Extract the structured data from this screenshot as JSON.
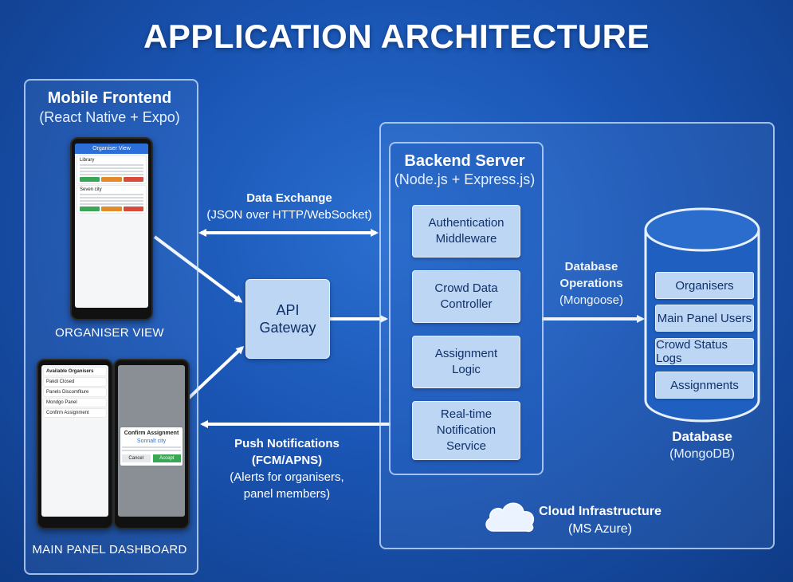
{
  "title": "APPLICATION ARCHITECTURE",
  "frontend": {
    "title": "Mobile Frontend",
    "subtitle": "(React Native + Expo)",
    "organiser_caption": "ORGANISER VIEW",
    "dashboard_caption": "MAIN PANEL DASHBOARD",
    "organiser_screen": {
      "header": "Organiser View",
      "card1_title": "Library",
      "card2_title": "Seven city"
    },
    "dashboard_screen": {
      "header": "Available Organisers",
      "items": [
        "Pakdi Closed",
        "Panels Discomfiture",
        "Mondgo Panel",
        "Confirm Assignment"
      ],
      "dialog_title": "Confirm Assignment",
      "dialog_target": "Sonnalt city",
      "dialog_cancel": "Cancel",
      "dialog_accept": "Accept"
    }
  },
  "gateway": {
    "label": "API Gateway"
  },
  "edges": {
    "data_exchange_title": "Data Exchange",
    "data_exchange_sub": "(JSON over HTTP/WebSocket)",
    "push_title1": "Push Notifications",
    "push_title2": "(FCM/APNS)",
    "push_sub1": "(Alerts for organisers,",
    "push_sub2": "panel members)",
    "db_ops_title1": "Database",
    "db_ops_title2": "Operations",
    "db_ops_sub": "(Mongoose)"
  },
  "backend": {
    "title": "Backend Server",
    "subtitle": "(Node.js + Express.js)",
    "services": [
      {
        "line1": "Authentication",
        "line2": "Middleware",
        "line3": ""
      },
      {
        "line1": "Crowd Data",
        "line2": "Controller",
        "line3": ""
      },
      {
        "line1": "Assignment",
        "line2": "Logic",
        "line3": ""
      },
      {
        "line1": "Real-time",
        "line2": "Notification",
        "line3": "Service"
      }
    ]
  },
  "database": {
    "collections": [
      "Organisers",
      "Main Panel Users",
      "Crowd Status Logs",
      "Assignments"
    ],
    "title": "Database",
    "subtitle": "(MongoDB)"
  },
  "cloud": {
    "title": "Cloud Infrastructure",
    "subtitle": "(MS Azure)",
    "icon": "cloud-icon"
  },
  "colors": {
    "background": "#1a55b4",
    "box_fill": "#bcd6f4",
    "box_text": "#10306a",
    "accent_green": "#3aa757",
    "accent_orange": "#e38b2a",
    "accent_red": "#d94a3a"
  }
}
